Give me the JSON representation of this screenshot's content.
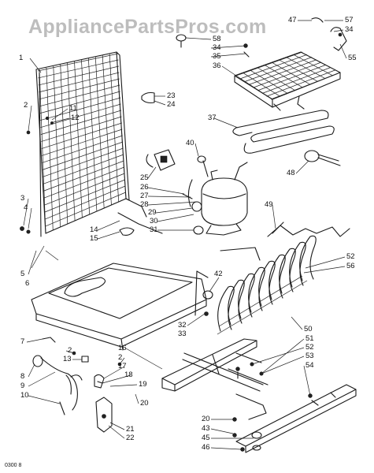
{
  "watermark": "AppliancePartsPros.com",
  "diagram_code": "0300 8",
  "callouts": [
    {
      "id": "c1",
      "text": "1"
    },
    {
      "id": "c2a",
      "text": "2"
    },
    {
      "id": "c11",
      "text": "11"
    },
    {
      "id": "c12",
      "text": "12"
    },
    {
      "id": "c3",
      "text": "3"
    },
    {
      "id": "c4",
      "text": "4"
    },
    {
      "id": "c5",
      "text": "5"
    },
    {
      "id": "c6",
      "text": "6"
    },
    {
      "id": "c7",
      "text": "7"
    },
    {
      "id": "c2b",
      "text": "2"
    },
    {
      "id": "c13",
      "text": "13"
    },
    {
      "id": "c8",
      "text": "8"
    },
    {
      "id": "c9",
      "text": "9"
    },
    {
      "id": "c10",
      "text": "10"
    },
    {
      "id": "c14",
      "text": "14"
    },
    {
      "id": "c15",
      "text": "15"
    },
    {
      "id": "c23",
      "text": "23"
    },
    {
      "id": "c24",
      "text": "24"
    },
    {
      "id": "c25",
      "text": "25"
    },
    {
      "id": "c26",
      "text": "26"
    },
    {
      "id": "c27",
      "text": "27"
    },
    {
      "id": "c28",
      "text": "28"
    },
    {
      "id": "c29",
      "text": "29"
    },
    {
      "id": "c30",
      "text": "30"
    },
    {
      "id": "c31",
      "text": "31"
    },
    {
      "id": "c58",
      "text": "58"
    },
    {
      "id": "c34a",
      "text": "34"
    },
    {
      "id": "c35",
      "text": "35"
    },
    {
      "id": "c36",
      "text": "36"
    },
    {
      "id": "c47",
      "text": "47"
    },
    {
      "id": "c57",
      "text": "57"
    },
    {
      "id": "c34b",
      "text": "34"
    },
    {
      "id": "c55",
      "text": "55"
    },
    {
      "id": "c37",
      "text": "37"
    },
    {
      "id": "c40",
      "text": "40"
    },
    {
      "id": "c48",
      "text": "48"
    },
    {
      "id": "c49",
      "text": "49"
    },
    {
      "id": "c52a",
      "text": "52"
    },
    {
      "id": "c56",
      "text": "56"
    },
    {
      "id": "c42",
      "text": "42"
    },
    {
      "id": "c32",
      "text": "32"
    },
    {
      "id": "c33",
      "text": "33"
    },
    {
      "id": "c50",
      "text": "50"
    },
    {
      "id": "c51",
      "text": "51"
    },
    {
      "id": "c52b",
      "text": "52"
    },
    {
      "id": "c53",
      "text": "53"
    },
    {
      "id": "c54",
      "text": "54"
    },
    {
      "id": "c16",
      "text": "16"
    },
    {
      "id": "c2c",
      "text": "2"
    },
    {
      "id": "c17",
      "text": "17"
    },
    {
      "id": "c18",
      "text": "18"
    },
    {
      "id": "c19",
      "text": "19"
    },
    {
      "id": "c20a",
      "text": "20"
    },
    {
      "id": "c21",
      "text": "21"
    },
    {
      "id": "c22",
      "text": "22"
    },
    {
      "id": "c20b",
      "text": "20"
    },
    {
      "id": "c43",
      "text": "43"
    },
    {
      "id": "c45",
      "text": "45"
    },
    {
      "id": "c46",
      "text": "46"
    }
  ]
}
